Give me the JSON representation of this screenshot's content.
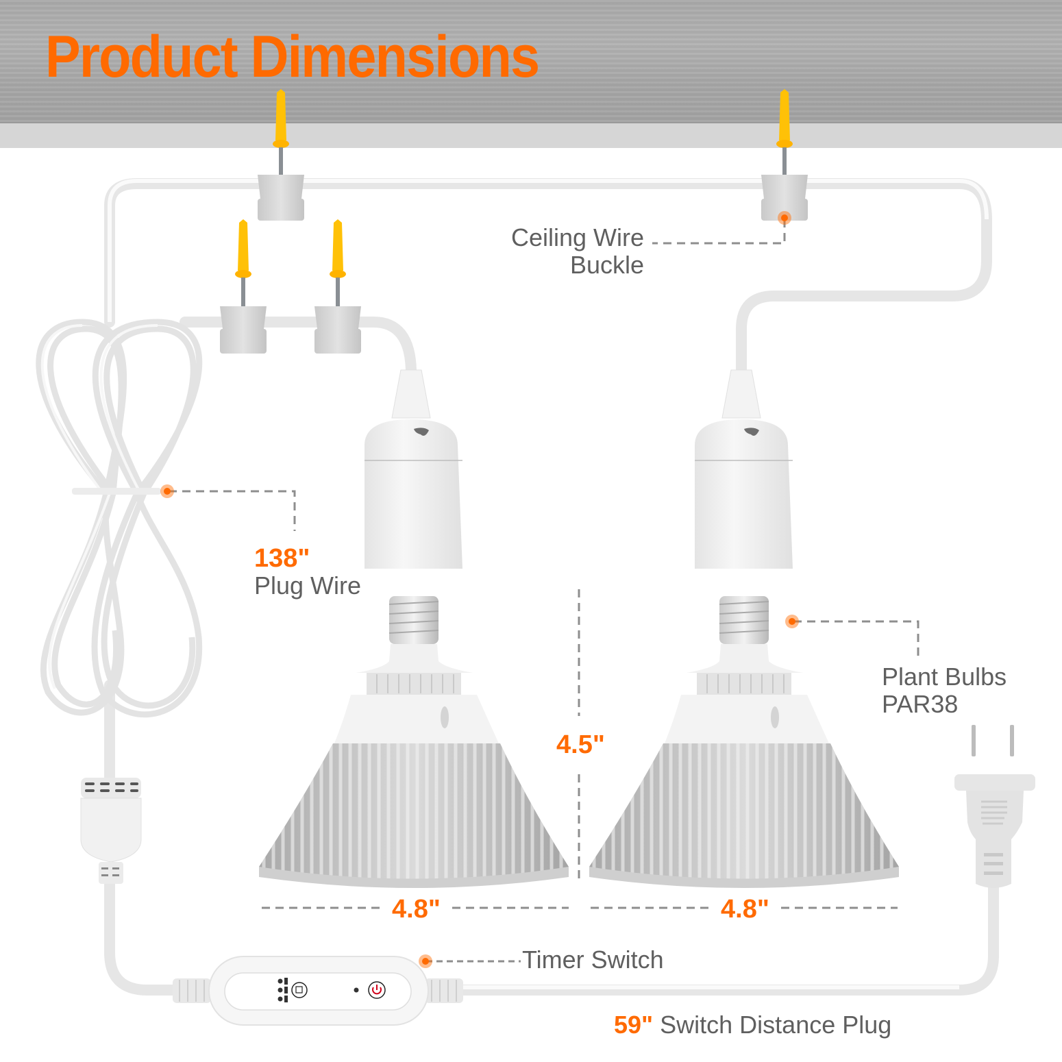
{
  "title": "Product Dimensions",
  "colors": {
    "accent": "#ff6a00",
    "label_text": "#5f5f5f",
    "leader_line": "#8e8e8e",
    "ceiling": "#aaaaaa",
    "ceiling_edge": "#d6d6d6",
    "anchor_yellow": "#ffc107",
    "power_icon": "#d0021b"
  },
  "callouts": {
    "ceiling_buckle": {
      "line1": "Ceiling Wire",
      "line2": "Buckle"
    },
    "plug_wire": {
      "value": "138\"",
      "label": "Plug Wire"
    },
    "plant_bulbs": {
      "line1": "Plant Bulbs",
      "line2": "PAR38"
    },
    "timer_switch": {
      "label": "Timer Switch"
    },
    "switch_distance": {
      "value": "59\"",
      "label": "Switch Distance Plug"
    }
  },
  "dimensions": {
    "bulb_height": "4.5\"",
    "bulb_left_width": "4.8\"",
    "bulb_right_width": "4.8\""
  },
  "components": [
    {
      "name": "ceiling-wire-buckle",
      "count": 4
    },
    {
      "name": "lamp-socket",
      "count": 2
    },
    {
      "name": "plant-bulb-par38",
      "count": 2
    },
    {
      "name": "timer-switch",
      "count": 1
    },
    {
      "name": "power-plug",
      "count": 1
    }
  ]
}
